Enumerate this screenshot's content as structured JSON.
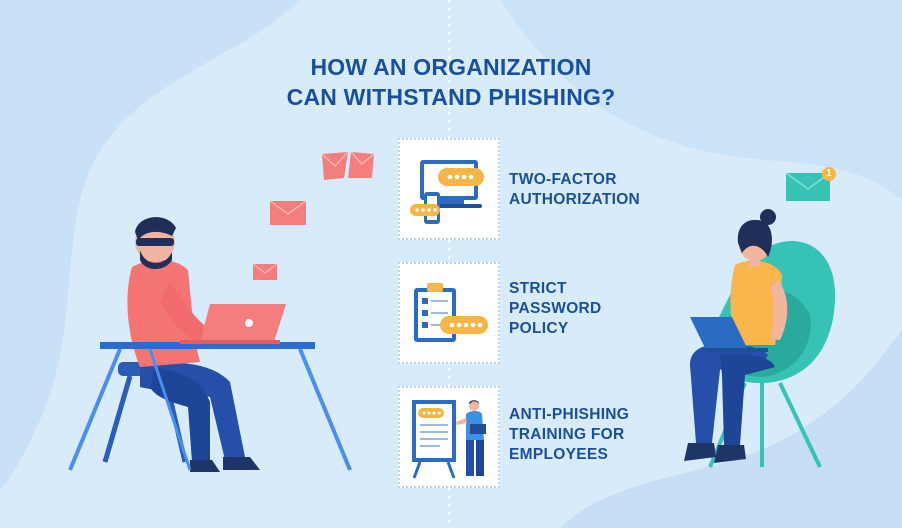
{
  "title": {
    "line1": "HOW AN ORGANIZATION",
    "line2": "CAN WITHSTAND PHISHING?"
  },
  "steps": [
    {
      "line1": "TWO-FACTOR",
      "line2": "AUTHORIZATION",
      "line3": "",
      "icon": "device-password-icon"
    },
    {
      "line1": "STRICT",
      "line2": "PASSWORD",
      "line3": "POLICY",
      "icon": "checklist-clipboard-icon"
    },
    {
      "line1": "ANTI-PHISHING",
      "line2": "TRAINING FOR",
      "line3": "EMPLOYEES",
      "icon": "presentation-trainer-icon"
    }
  ],
  "notification": {
    "count": "1"
  },
  "colors": {
    "background": "#d8ebfb",
    "blob": "#c6e0f7",
    "title": "#1a4fa0",
    "label": "#1a4fa0",
    "envelope": "#f47d7d",
    "seat": "#36c3b6",
    "notification": "#f6b547"
  }
}
